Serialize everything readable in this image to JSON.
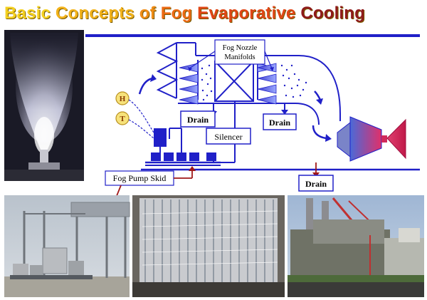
{
  "title": {
    "words": [
      {
        "text": "Basic",
        "color": "#f4d020"
      },
      {
        "text": "Concepts",
        "color": "#f2b21a"
      },
      {
        "text": "of",
        "color": "#ef8c16"
      },
      {
        "text": "Fog",
        "color": "#ec6a14"
      },
      {
        "text": "Evaporative",
        "color": "#e04616"
      },
      {
        "text": "Cooling",
        "color": "#8e1b1b"
      }
    ]
  },
  "diagram": {
    "labels": {
      "fog_nozzle_manifolds_line1": "Fog Nozzle",
      "fog_nozzle_manifolds_line2": "Manifolds",
      "drain_1": "Drain",
      "drain_2": "Drain",
      "drain_3": "Drain",
      "silencer": "Silencer",
      "fog_pump_skid": "Fog Pump Skid",
      "sensor_h": "H",
      "sensor_t": "T"
    },
    "colors": {
      "line": "#2020c8",
      "sensor_fill": "#f7e27a",
      "arrow_red": "#a01818",
      "turbine_start": "#4a6ad8",
      "turbine_end": "#e0306a"
    }
  },
  "photos": [
    {
      "name": "fog-spray-nozzle-photo"
    },
    {
      "name": "pump-skid-installation-photo"
    },
    {
      "name": "nozzle-manifold-rack-photo"
    },
    {
      "name": "power-plant-site-photo"
    }
  ]
}
